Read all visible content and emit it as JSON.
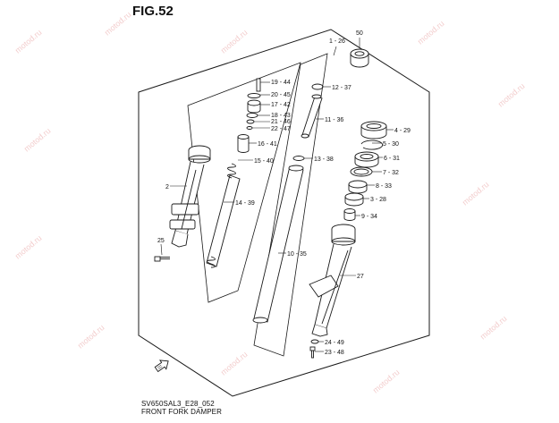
{
  "figure": {
    "title": "FIG.52",
    "drawing_code": "SV650SAL3_E28_052",
    "drawing_name": "FRONT FORK DAMPER"
  },
  "watermark_text": "motod.ru",
  "colors": {
    "line": "#1a1a1a",
    "fill": "#ffffff",
    "watermark": "#e9a3a3"
  },
  "icons": {
    "front_direction": "front-arrow-icon"
  },
  "callouts": {
    "c1_26": "1 - 26",
    "c50": "50",
    "c19_44": "19 - 44",
    "c20_45": "20 - 45",
    "c17_42": "17 - 42",
    "c18_43": "18 - 43",
    "c21_46": "21 - 46",
    "c22_47": "22 - 47",
    "c16_41": "16 - 41",
    "c15_40": "15 - 40",
    "c14_39": "14 - 39",
    "c12_37": "12 - 37",
    "c11_36": "11 - 36",
    "c13_38": "13 - 38",
    "c10_35": "10 - 35",
    "c4_29": "4 - 29",
    "c5_30": "5 - 30",
    "c6_31": "6 - 31",
    "c7_32": "7 - 32",
    "c8_33": "8 - 33",
    "c3_28": "3 - 28",
    "c9_34": "9 - 34",
    "c2": "2",
    "c25": "25",
    "c27": "27",
    "c24_49": "24 - 49",
    "c23_48": "23 - 48"
  }
}
